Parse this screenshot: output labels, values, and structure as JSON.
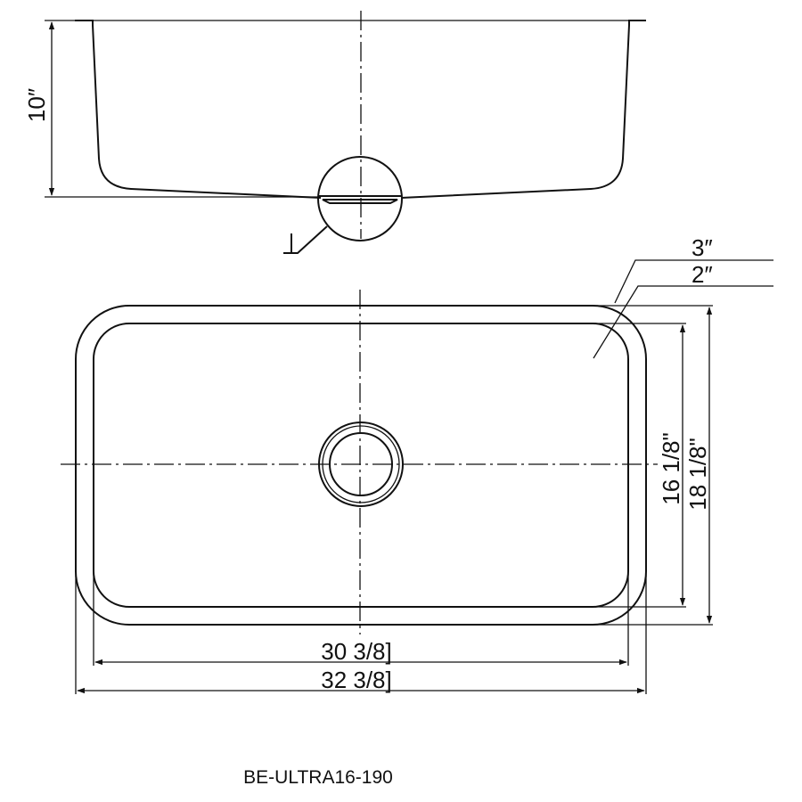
{
  "dimensions": {
    "depth": "10″",
    "corner_radius_outer": "3″",
    "corner_radius_inner": "2″",
    "inner_length": "30 3/8]",
    "outer_length": "32 3/8]",
    "inner_width": "16 1/8\"",
    "outer_width": "18 1/8\""
  },
  "model": "BE-ULTRA16-190"
}
